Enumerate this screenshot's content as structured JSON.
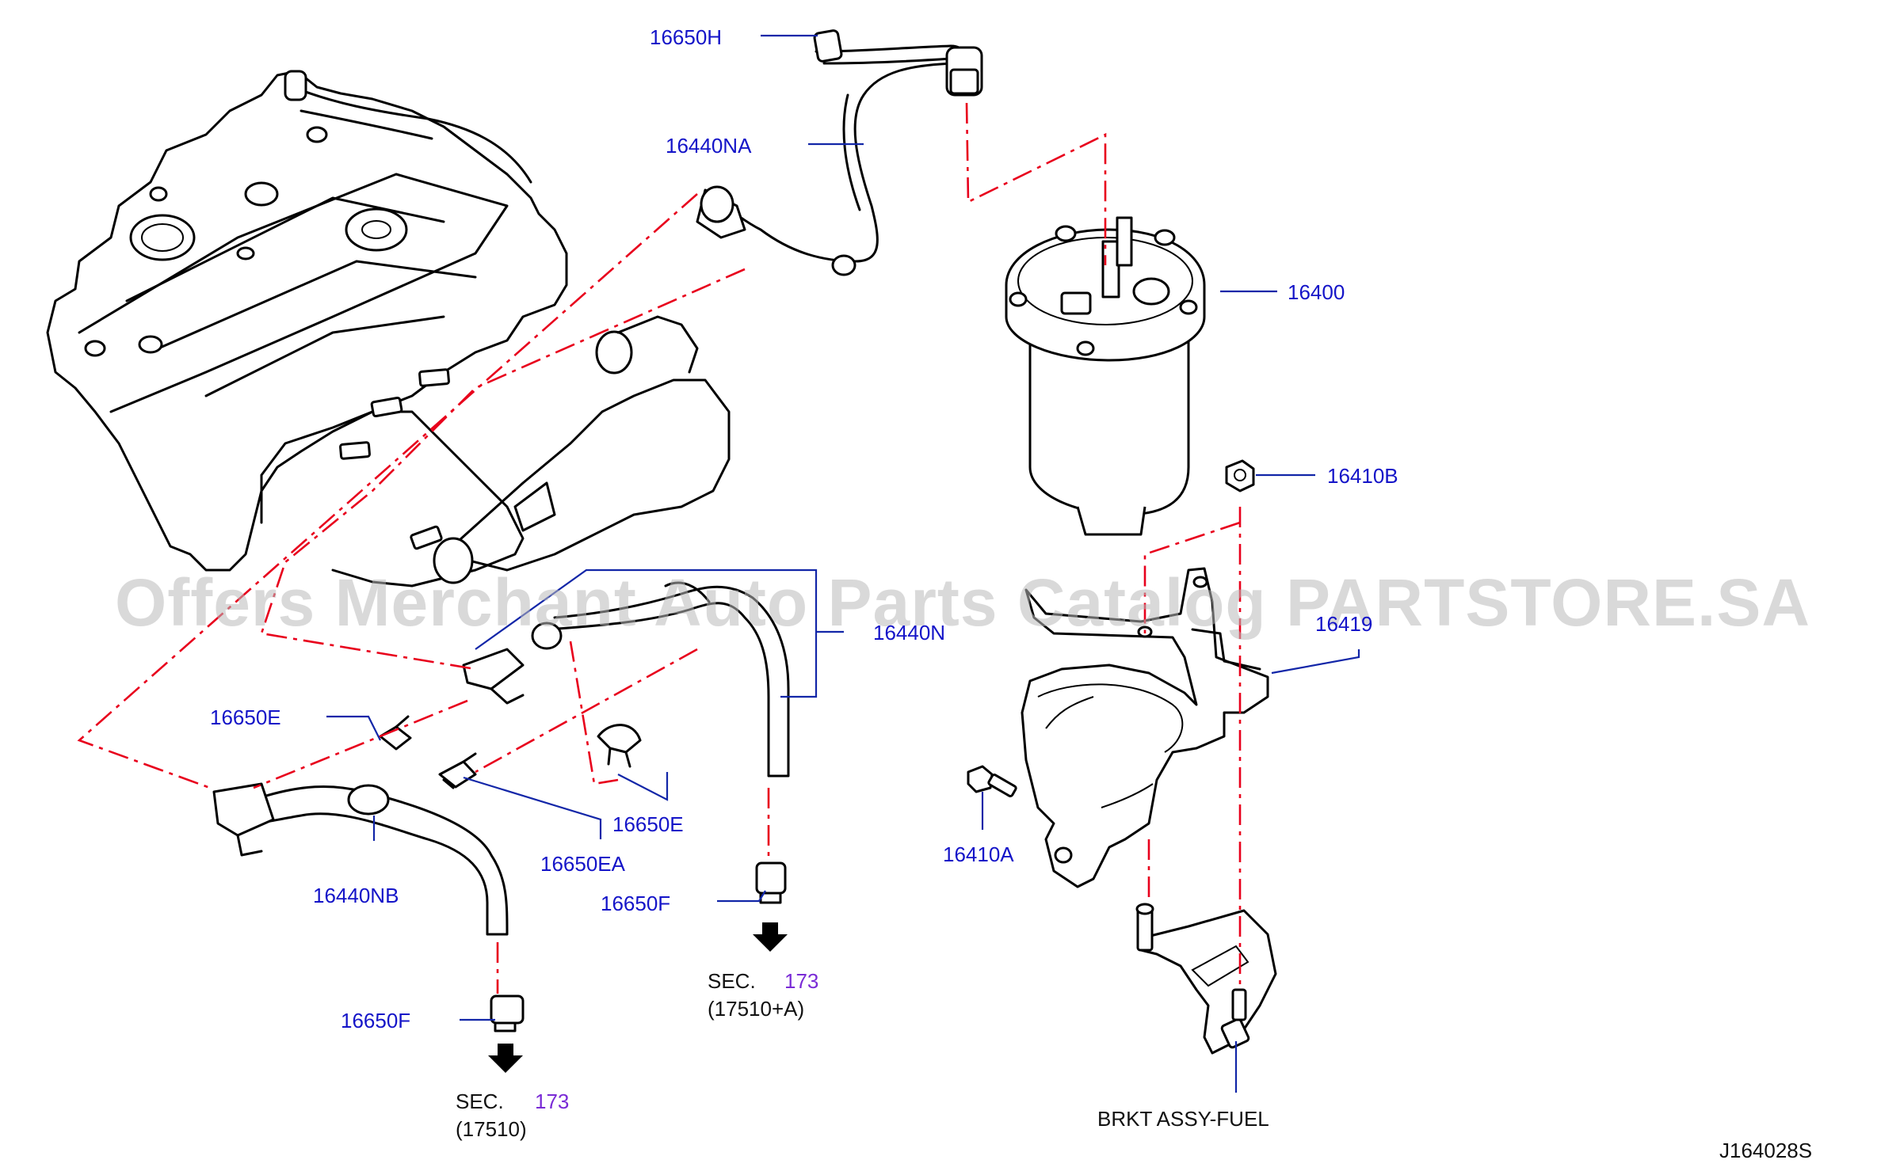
{
  "watermark": "Offers Merchant Auto Parts Catalog PARTSTORE.SA",
  "diagram_code": "J164028S",
  "part_labels": {
    "p16650H": "16650H",
    "p16440NA": "16440NA",
    "p16400": "16400",
    "p16410B": "16410B",
    "p16440N": "16440N",
    "p16419": "16419",
    "p16650E_left": "16650E",
    "p16650E_right": "16650E",
    "p16650EA": "16650EA",
    "p16440NB": "16440NB",
    "p16650F_left": "16650F",
    "p16650F_mid": "16650F",
    "p16410A": "16410A"
  },
  "section_refs": {
    "left": {
      "sec": "SEC.",
      "num": "173",
      "sub": "(17510)"
    },
    "mid": {
      "sec": "SEC.",
      "num": "173",
      "sub": "(17510+A)"
    }
  },
  "bracket_label": "BRKT ASSY-FUEL",
  "colors": {
    "label_text": "#1414c8",
    "leader_line": "#1226a8",
    "dashed_line": "#e8001c",
    "section_number": "#7a2bd6"
  }
}
